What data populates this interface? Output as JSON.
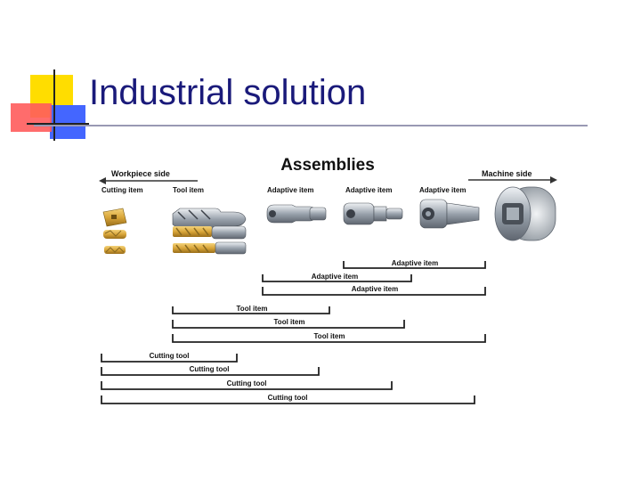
{
  "slide": {
    "title": "Industrial solution"
  },
  "figure": {
    "heading": "Assemblies",
    "workpiece_side": "Workpiece side",
    "machine_side": "Machine side",
    "column_labels": [
      "Cutting item",
      "Tool item",
      "Adaptive item",
      "Adaptive item",
      "Adaptive item"
    ],
    "levels": [
      {
        "label": "Adaptive item"
      },
      {
        "label": "Adaptive item"
      },
      {
        "label": "Adaptive item"
      },
      {
        "label": "Tool item"
      },
      {
        "label": "Tool item"
      },
      {
        "label": "Tool item"
      },
      {
        "label": "Cutting tool"
      },
      {
        "label": "Cutting tool"
      },
      {
        "label": "Cutting tool"
      },
      {
        "label": "Cutting tool"
      }
    ]
  },
  "colors": {
    "title": "#1a1a7a",
    "accent_yellow": "#ffdd00",
    "accent_red": "#ff4444",
    "accent_blue": "#3355ff",
    "gold": "#d9a63a",
    "steel": "#9aa3ad"
  }
}
